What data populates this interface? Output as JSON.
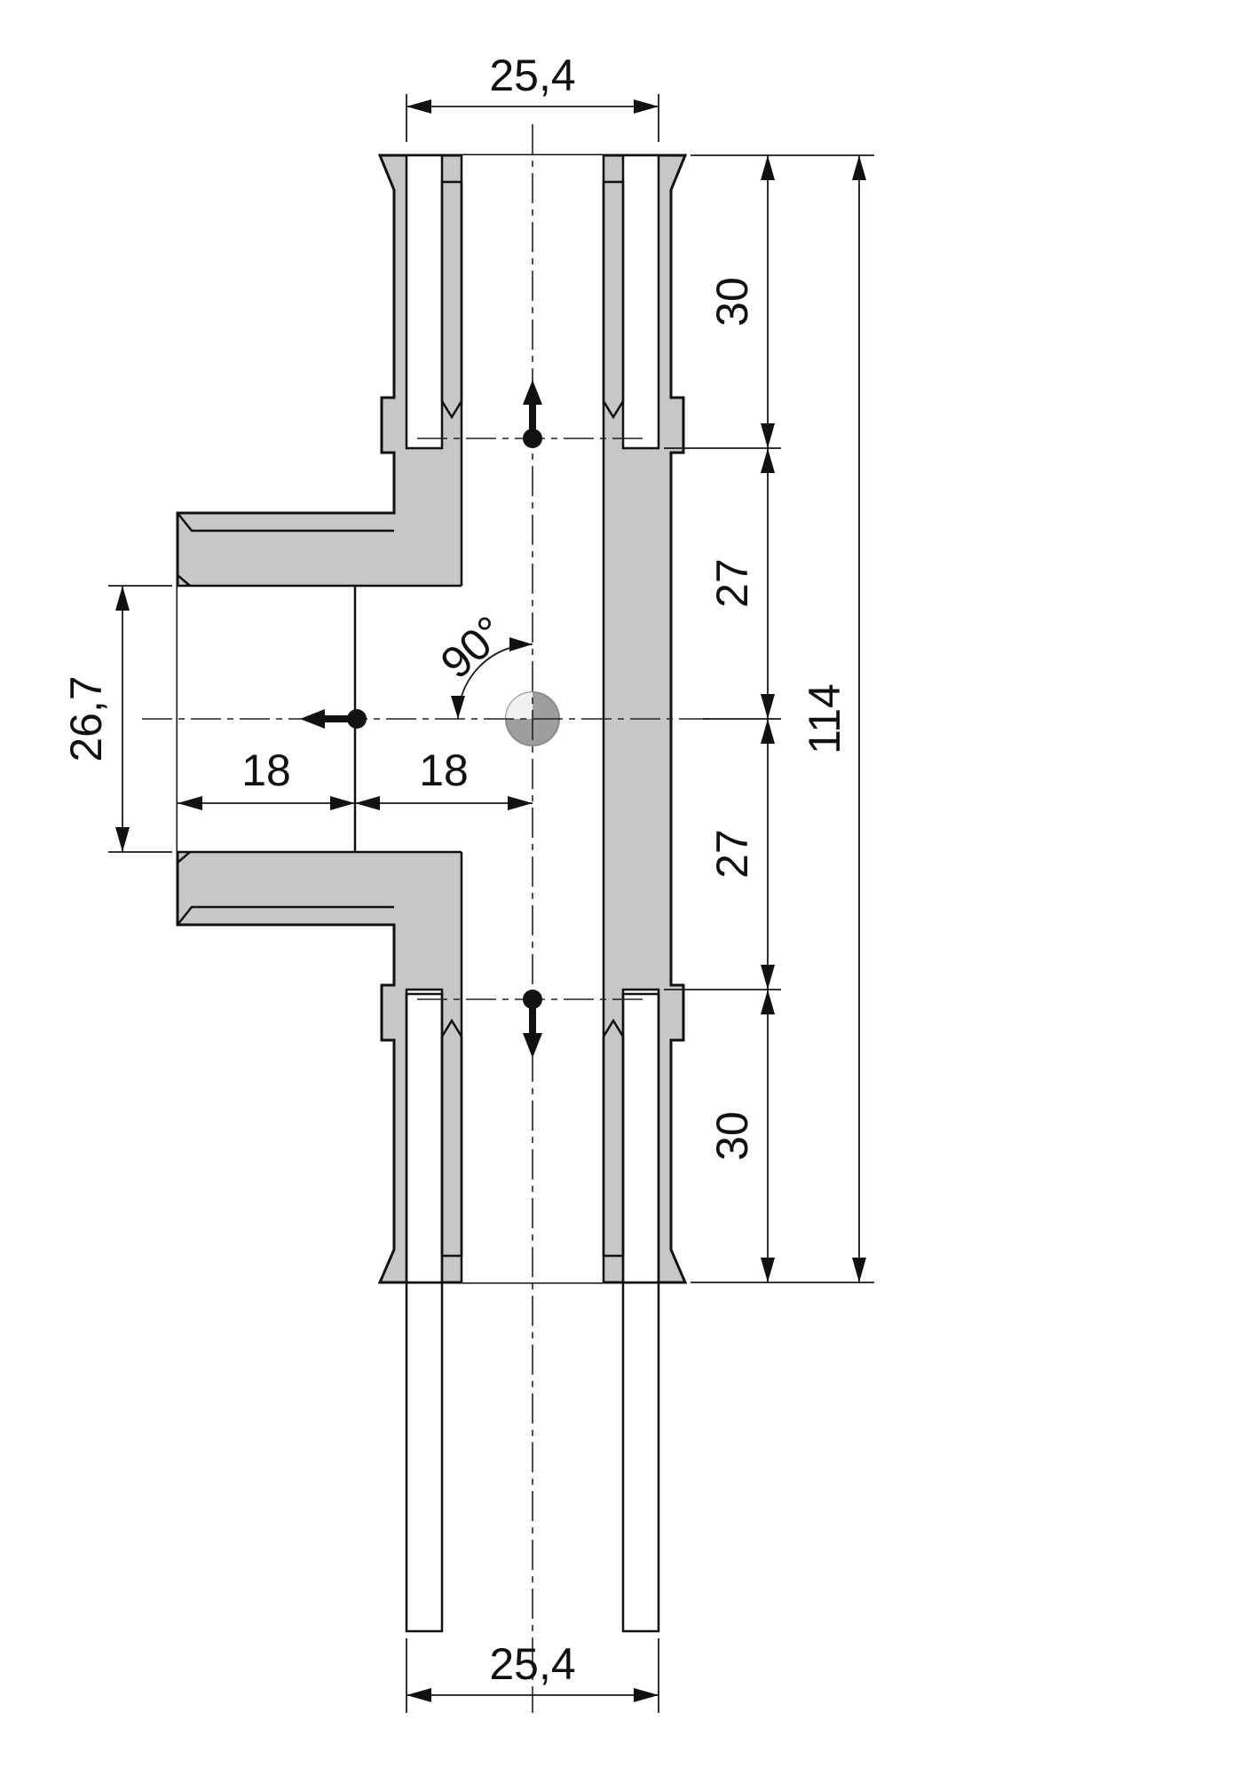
{
  "drawing": {
    "dims": {
      "top_width": "25,4",
      "bottom_width": "25,4",
      "overall_height": "114",
      "chain": [
        "30",
        "27",
        "27",
        "30"
      ],
      "branch_bore": "26,7",
      "branch_depth": "18",
      "branch_to_center": "18",
      "angle": "90°"
    },
    "colors": {
      "background": "#ffffff",
      "line": "#1a1a1a",
      "body_fill": "#c7c7c7",
      "pipe_fill": "#d9d9d9",
      "node_fill": "#9e9e9e"
    }
  }
}
